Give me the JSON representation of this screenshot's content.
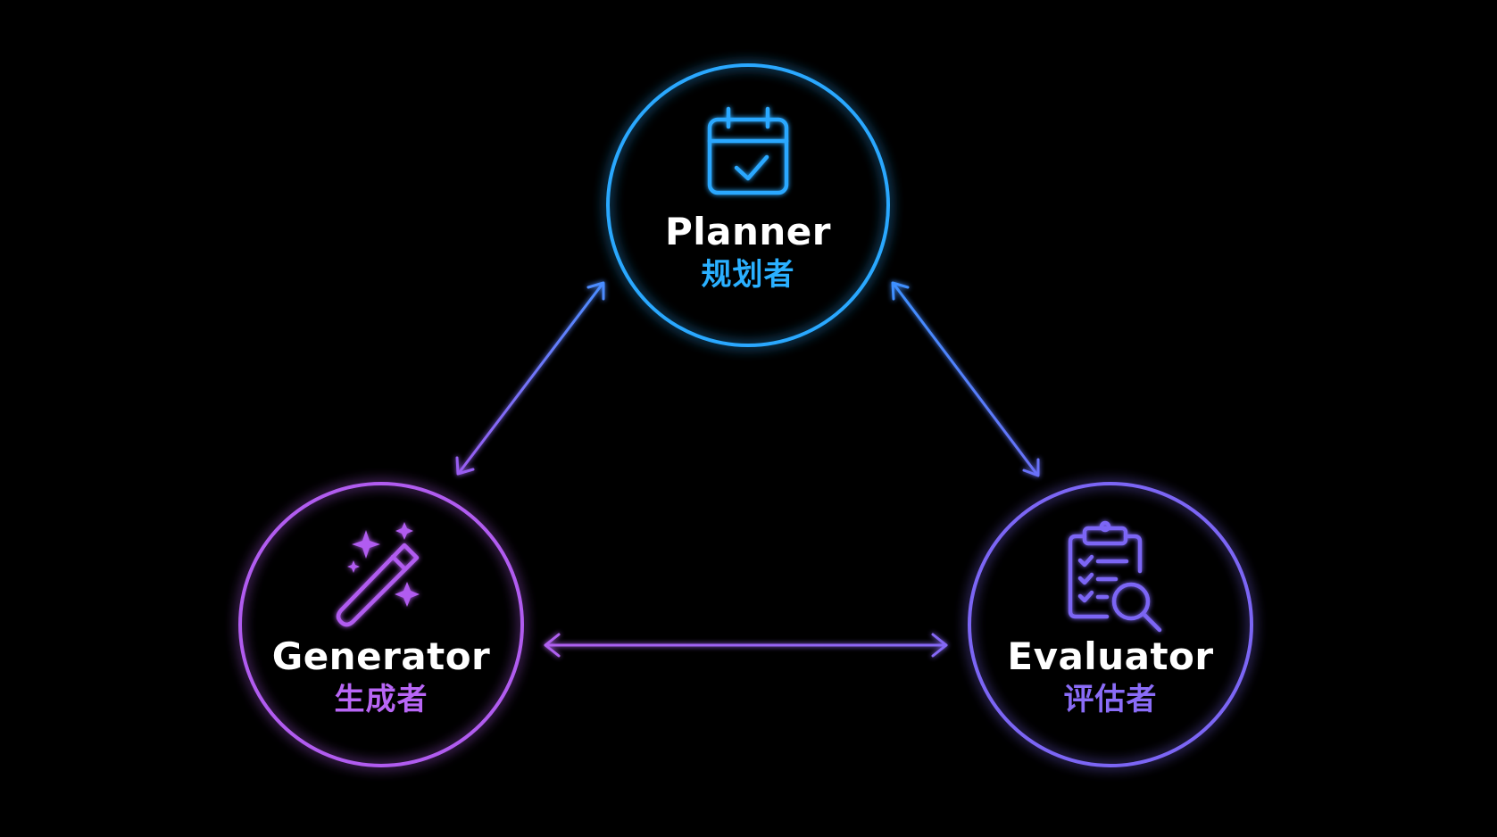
{
  "nodes": {
    "planner": {
      "title": "Planner",
      "subtitle": "规划者",
      "icon": "calendar-check-icon",
      "color": "#2aa8ff",
      "subtitle_color": "#2ab0ff"
    },
    "generator": {
      "title": "Generator",
      "subtitle": "生成者",
      "icon": "magic-wand-sparkles-icon",
      "color": "#b15cf0",
      "subtitle_color": "#b866f5"
    },
    "evaluator": {
      "title": "Evaluator",
      "subtitle": "评估者",
      "icon": "clipboard-search-icon",
      "color": "#7c66f5",
      "subtitle_color": "#8a6cf7"
    }
  },
  "edges": [
    {
      "from": "planner",
      "to": "generator",
      "direction": "bidirectional"
    },
    {
      "from": "planner",
      "to": "evaluator",
      "direction": "bidirectional"
    },
    {
      "from": "generator",
      "to": "evaluator",
      "direction": "bidirectional"
    }
  ]
}
